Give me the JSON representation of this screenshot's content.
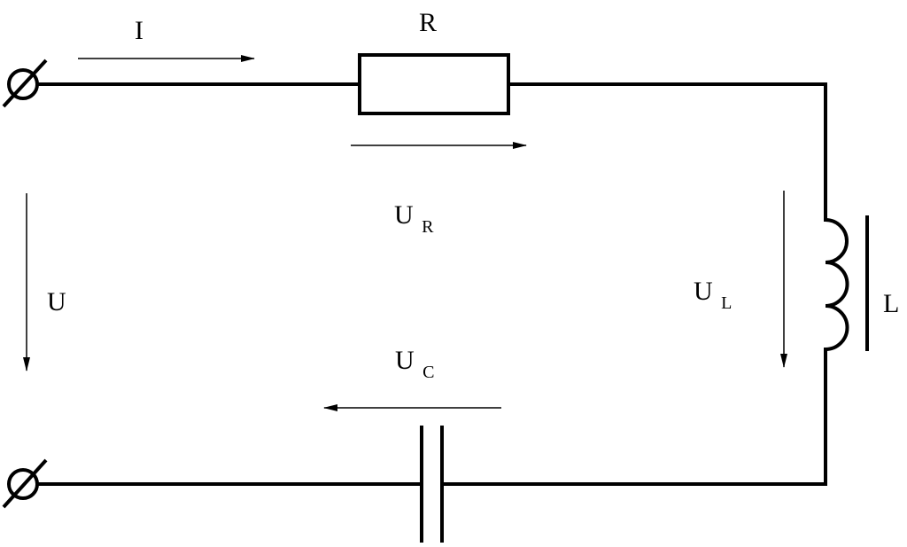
{
  "labels": {
    "current": "I",
    "resistor": "R",
    "voltage_supply": "U",
    "voltage_resistor": "U",
    "voltage_resistor_sub": "R",
    "voltage_inductor": "U",
    "voltage_inductor_sub": "L",
    "inductor": "L",
    "voltage_capacitor": "U",
    "voltage_capacitor_sub": "C"
  },
  "colors": {
    "stroke": "#000000",
    "background": "#ffffff"
  }
}
